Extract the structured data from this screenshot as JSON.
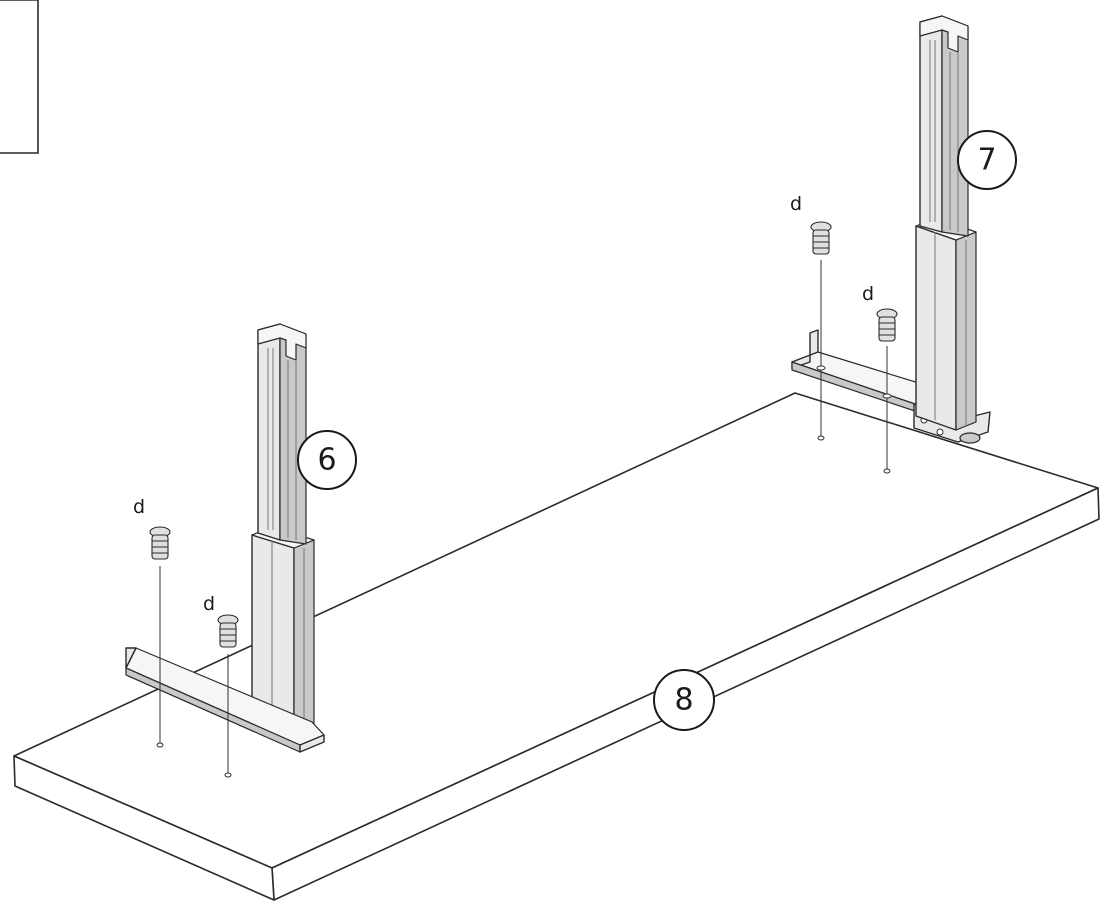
{
  "diagram": {
    "callouts": {
      "leg_left": "6",
      "leg_right": "7",
      "tabletop": "8"
    },
    "fastener_label": "d",
    "fasteners": [
      {
        "label": "d",
        "part": "left-leg-front-screw"
      },
      {
        "label": "d",
        "part": "left-leg-rear-screw"
      },
      {
        "label": "d",
        "part": "right-leg-front-screw"
      },
      {
        "label": "d",
        "part": "right-leg-rear-screw"
      }
    ],
    "icons": [
      "cam-lock-screw-icon",
      "leg-upright-icon",
      "tabletop-icon"
    ],
    "colors": {
      "line": "#2a2a2a",
      "metal": "#e9e9e9",
      "background": "#ffffff"
    }
  }
}
